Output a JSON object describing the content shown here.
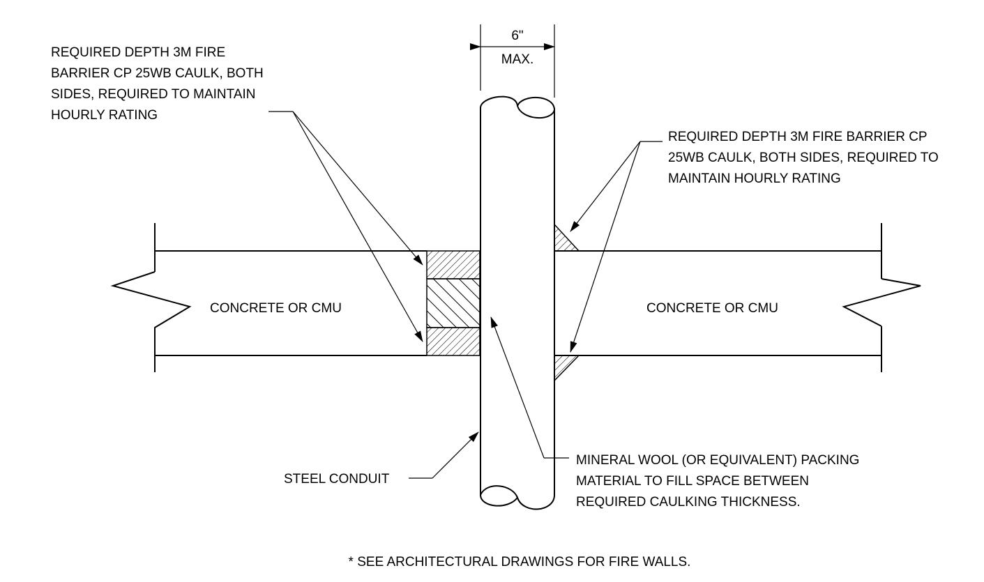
{
  "dimension": {
    "value": "6\"",
    "qualifier": "MAX."
  },
  "callouts": {
    "caulk_left": [
      "REQUIRED DEPTH 3M FIRE",
      "BARRIER CP 25WB CAULK, BOTH",
      "SIDES, REQUIRED TO MAINTAIN",
      "HOURLY RATING"
    ],
    "caulk_right": [
      "REQUIRED DEPTH 3M FIRE BARRIER CP",
      "25WB CAULK, BOTH SIDES, REQUIRED TO",
      "MAINTAIN HOURLY RATING"
    ],
    "wall_left": "CONCRETE OR CMU",
    "wall_right": "CONCRETE OR CMU",
    "conduit": "STEEL CONDUIT",
    "packing": [
      "MINERAL WOOL (OR EQUIVALENT) PACKING",
      "MATERIAL TO FILL SPACE BETWEEN",
      "REQUIRED CAULKING THICKNESS."
    ]
  },
  "footnote": "* SEE ARCHITECTURAL DRAWINGS FOR FIRE WALLS."
}
